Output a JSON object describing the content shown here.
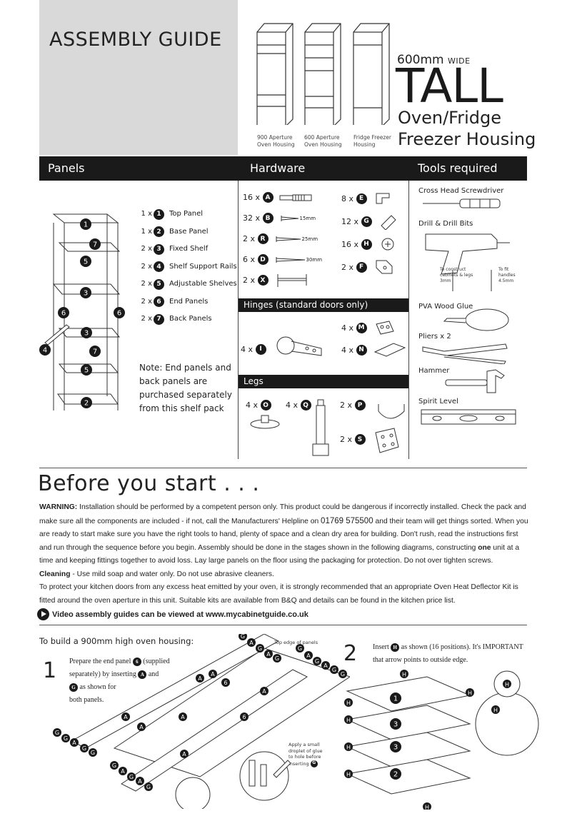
{
  "header": {
    "title": "ASSEMBLY GUIDE",
    "width_value": "600mm",
    "width_label": "WIDE",
    "product_main": "TALL",
    "product_line1": "Oven/Fridge",
    "product_line2": "Freezer Housing",
    "variants": [
      {
        "line1": "900 Aperture",
        "line2": "Oven  Housing"
      },
      {
        "line1": "600 Aperture",
        "line2": "Oven  Housing"
      },
      {
        "line1": "Fridge Freezer",
        "line2": "Housing"
      }
    ]
  },
  "sections": {
    "panels": "Panels",
    "hardware": "Hardware",
    "tools": "Tools required"
  },
  "panels": [
    {
      "qty": "1 x",
      "id": "1",
      "label": "Top Panel"
    },
    {
      "qty": "1 x",
      "id": "2",
      "label": "Base Panel"
    },
    {
      "qty": "2 x",
      "id": "3",
      "label": "Fixed Shelf"
    },
    {
      "qty": "2 x",
      "id": "4",
      "label": "Shelf Support Rails"
    },
    {
      "qty": "2 x",
      "id": "5",
      "label": "Adjustable Shelves"
    },
    {
      "qty": "2 x",
      "id": "6",
      "label": "End Panels"
    },
    {
      "qty": "2 x",
      "id": "7",
      "label": "Back Panels"
    }
  ],
  "panel_note": "Note: End panels and back panels are purchased separately from this shelf pack",
  "panel_diagram_labels": [
    "1",
    "7",
    "5",
    "3",
    "6",
    "6",
    "3",
    "4",
    "7",
    "5",
    "2"
  ],
  "hardware": {
    "left": [
      {
        "qty": "16 x",
        "id": "A",
        "size": ""
      },
      {
        "qty": "32 x",
        "id": "B",
        "size": "15mm"
      },
      {
        "qty": "2 x",
        "id": "R",
        "size": "25mm"
      },
      {
        "qty": "6 x",
        "id": "D",
        "size": "30mm"
      },
      {
        "qty": "2 x",
        "id": "X",
        "size": ""
      }
    ],
    "right": [
      {
        "qty": "8 x",
        "id": "E"
      },
      {
        "qty": "12 x",
        "id": "G"
      },
      {
        "qty": "16 x",
        "id": "H"
      },
      {
        "qty": "2 x",
        "id": "F"
      }
    ],
    "hinges_title": "Hinges",
    "hinges_sub": "(standard doors only)",
    "hinges": [
      {
        "qty": "4 x",
        "id": "I"
      },
      {
        "qty": "4 x",
        "id": "M"
      },
      {
        "qty": "4 x",
        "id": "N"
      }
    ],
    "legs_title": "Legs",
    "legs": [
      {
        "qty": "4 x",
        "id": "O"
      },
      {
        "qty": "4 x",
        "id": "Q"
      },
      {
        "qty": "2 x",
        "id": "P"
      },
      {
        "qty": "2 x",
        "id": "S"
      }
    ]
  },
  "tools": {
    "screwdriver": "Cross Head Screwdriver",
    "drill": "Drill & Drill Bits",
    "bit1_line1": "To construct",
    "bit1_line2": "cabinets & legs",
    "bit1_line3": "3mm",
    "bit2_line1": "To fit",
    "bit2_line2": "handles",
    "bit2_line3": "4.5mm",
    "glue": "PVA Wood Glue",
    "pliers": "Pliers x 2",
    "hammer": "Hammer",
    "level": "Spirit Level"
  },
  "before": {
    "heading": "Before you start . . .",
    "warning_label": "WARNING:",
    "warning_text_1": "Installation should be performed by a competent person only. This product could be dangerous if incorrectly installed. Check the pack and make sure all the components are included - if not, call the Manufacturers' Helpline on",
    "phone": "01769 575500",
    "warning_text_2": "and their team will get things sorted. When you are ready to start make sure you have the right tools to hand, plenty of space and a clean dry area for building. Don't rush, read the instructions first and run through the sequence before you begin. Assembly should be done in the stages shown in the following diagrams, constructing",
    "one": "one",
    "warning_text_3": "unit at a time and keeping fittings together to avoid loss. Lay large panels on the floor using the packaging for protection. Do not over tighten screws.",
    "cleaning_label": "Cleaning",
    "cleaning_text": "- Use mild soap and water only. Do not use abrasive cleaners.",
    "protect_text": "To protect your kitchen doors from any excess heat emitted by your oven, it is strongly recommended that an appropriate Oven Heat Deflector Kit is fitted around the oven aperture in this unit. Suitable kits are available from B&Q and details can be found in the kitchen price list.",
    "video_text": "Video assembly guides can be viewed at",
    "video_url": "www.mycabinetguide.co.uk"
  },
  "steps": {
    "intro": "To build a 900mm high oven housing:",
    "step1_num": "1",
    "step1_a": "Prepare the end panel",
    "step1_b": "(supplied",
    "step1_c": "separately) by inserting",
    "step1_d": "and",
    "step1_e": "as shown for",
    "step1_f": "both panels.",
    "top_edge": "Top edge of panels",
    "glue_note_1": "Apply a small",
    "glue_note_2": "droplet of glue",
    "glue_note_3": "to hole before",
    "glue_note_4": "inserting",
    "step2_num": "2",
    "step2_a": "Insert",
    "step2_b": "as shown (16 positions). It's IMPORTANT",
    "step2_c": "that arrow points to outside edge."
  }
}
